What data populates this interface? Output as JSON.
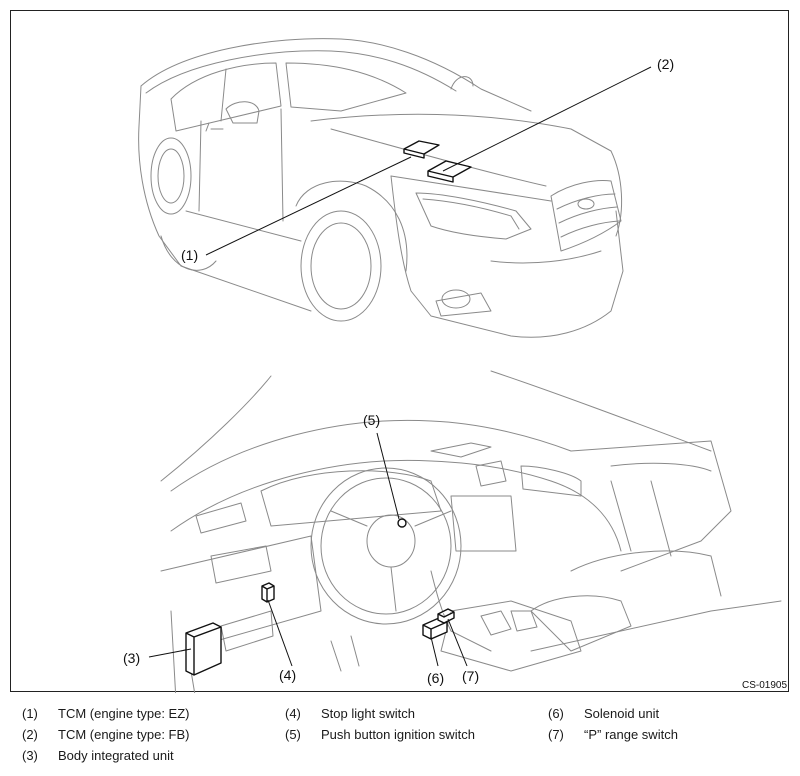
{
  "diagram": {
    "code": "CS-01905",
    "callouts": [
      "(1)",
      "(2)",
      "(3)",
      "(4)",
      "(5)",
      "(6)",
      "(7)"
    ]
  },
  "legend": [
    {
      "num": "(1)",
      "text": "TCM (engine type: EZ)"
    },
    {
      "num": "(2)",
      "text": "TCM (engine type: FB)"
    },
    {
      "num": "(3)",
      "text": "Body integrated unit"
    },
    {
      "num": "(4)",
      "text": "Stop light switch"
    },
    {
      "num": "(5)",
      "text": "Push button ignition switch"
    },
    {
      "num": "(6)",
      "text": "Solenoid unit"
    },
    {
      "num": "(7)",
      "text": "“P” range switch"
    }
  ]
}
